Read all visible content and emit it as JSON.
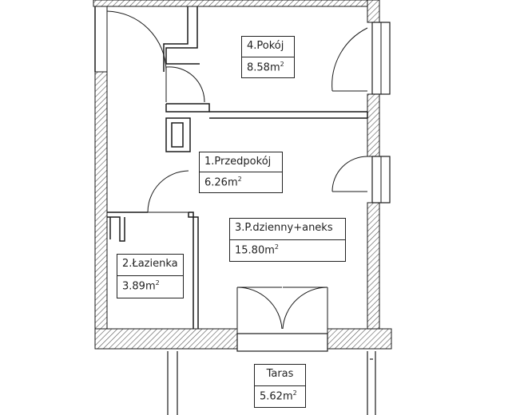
{
  "rooms": [
    {
      "id": "pokoj",
      "name": "4.Pokój",
      "area": "8.58m",
      "unit_sup": "2"
    },
    {
      "id": "przedpokoj",
      "name": "1.Przedpokój",
      "area": "6.26m",
      "unit_sup": "2"
    },
    {
      "id": "dzienny",
      "name": "3.P.dzienny+aneks",
      "area": "15.80m",
      "unit_sup": "2"
    },
    {
      "id": "lazienka",
      "name": "2.Łazienka",
      "area": "3.89m",
      "unit_sup": "2"
    },
    {
      "id": "taras",
      "name": "Taras",
      "area": "5.62m",
      "unit_sup": "2"
    }
  ],
  "colors": {
    "wall": "#1a1a1a",
    "hatch": "#555555",
    "line": "#222222"
  }
}
